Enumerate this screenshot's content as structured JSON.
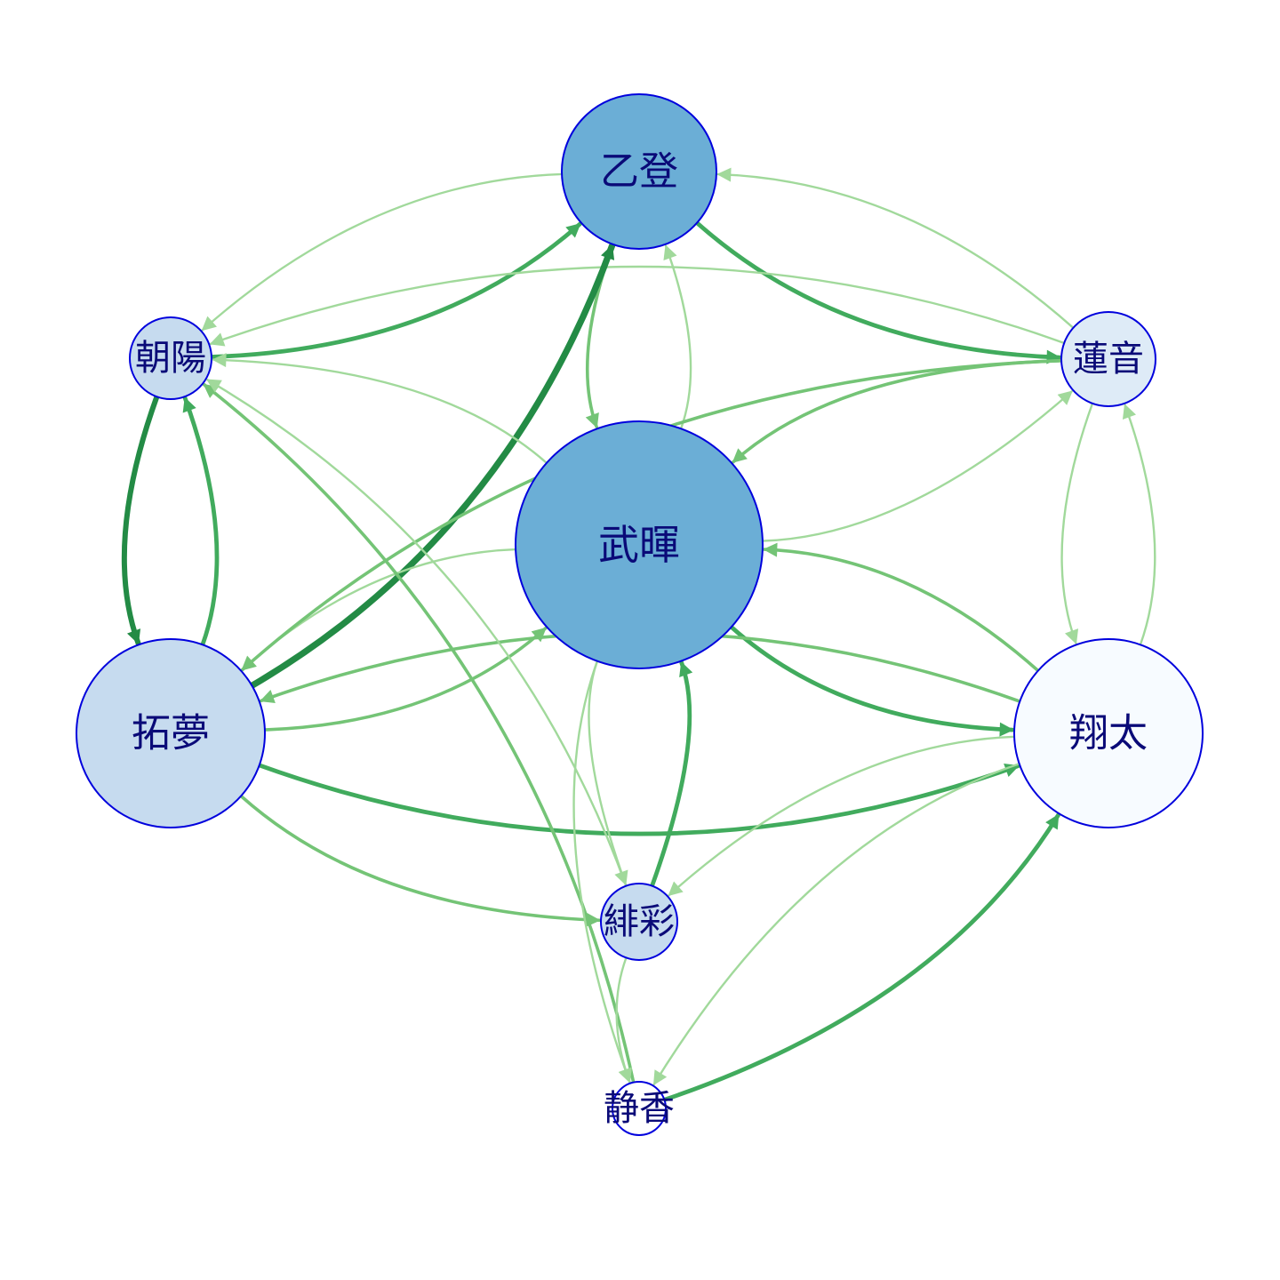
{
  "graph": {
    "nodes": [
      {
        "id": "n1",
        "label": "乙登",
        "fill": "#6baed6"
      },
      {
        "id": "n2",
        "label": "朝陽",
        "fill": "#c6dbef"
      },
      {
        "id": "n3",
        "label": "蓮音",
        "fill": "#deebf7"
      },
      {
        "id": "n4",
        "label": "武暉",
        "fill": "#6baed6"
      },
      {
        "id": "n5",
        "label": "拓夢",
        "fill": "#c6dbef"
      },
      {
        "id": "n6",
        "label": "翔太",
        "fill": "#f7fbff"
      },
      {
        "id": "n7",
        "label": "緋彩",
        "fill": "#c6dbef"
      },
      {
        "id": "n8",
        "label": "静香",
        "fill": "#ffffff"
      }
    ],
    "edges": [
      {
        "from": "n2",
        "to": "n1",
        "weight": 3,
        "color": "#41ab5d"
      },
      {
        "from": "n1",
        "to": "n2",
        "weight": 1,
        "color": "#a1d99b"
      },
      {
        "from": "n1",
        "to": "n3",
        "weight": 3,
        "color": "#41ab5d"
      },
      {
        "from": "n3",
        "to": "n1",
        "weight": 1,
        "color": "#a1d99b"
      },
      {
        "from": "n3",
        "to": "n2",
        "weight": 1,
        "color": "#a1d99b"
      },
      {
        "from": "n1",
        "to": "n4",
        "weight": 2,
        "color": "#74c476"
      },
      {
        "from": "n4",
        "to": "n1",
        "weight": 1,
        "color": "#a1d99b"
      },
      {
        "from": "n5",
        "to": "n1",
        "weight": 5,
        "color": "#238b45"
      },
      {
        "from": "n5",
        "to": "n2",
        "weight": 3,
        "color": "#41ab5d"
      },
      {
        "from": "n2",
        "to": "n5",
        "weight": 4,
        "color": "#238b45"
      },
      {
        "from": "n4",
        "to": "n2",
        "weight": 1,
        "color": "#a1d99b"
      },
      {
        "from": "n3",
        "to": "n4",
        "weight": 2,
        "color": "#74c476"
      },
      {
        "from": "n4",
        "to": "n3",
        "weight": 1,
        "color": "#a1d99b"
      },
      {
        "from": "n3",
        "to": "n6",
        "weight": 1,
        "color": "#a1d99b"
      },
      {
        "from": "n6",
        "to": "n3",
        "weight": 1,
        "color": "#a1d99b"
      },
      {
        "from": "n5",
        "to": "n4",
        "weight": 2,
        "color": "#74c476"
      },
      {
        "from": "n4",
        "to": "n5",
        "weight": 1,
        "color": "#a1d99b"
      },
      {
        "from": "n4",
        "to": "n6",
        "weight": 3,
        "color": "#41ab5d"
      },
      {
        "from": "n6",
        "to": "n4",
        "weight": 2,
        "color": "#74c476"
      },
      {
        "from": "n3",
        "to": "n5",
        "weight": 2,
        "color": "#74c476"
      },
      {
        "from": "n5",
        "to": "n6",
        "weight": 3,
        "color": "#41ab5d"
      },
      {
        "from": "n6",
        "to": "n5",
        "weight": 2,
        "color": "#74c476"
      },
      {
        "from": "n5",
        "to": "n7",
        "weight": 2,
        "color": "#74c476"
      },
      {
        "from": "n7",
        "to": "n4",
        "weight": 3,
        "color": "#41ab5d"
      },
      {
        "from": "n4",
        "to": "n7",
        "weight": 1,
        "color": "#a1d99b"
      },
      {
        "from": "n6",
        "to": "n7",
        "weight": 1,
        "color": "#a1d99b"
      },
      {
        "from": "n8",
        "to": "n6",
        "weight": 3,
        "color": "#41ab5d"
      },
      {
        "from": "n6",
        "to": "n8",
        "weight": 1,
        "color": "#a1d99b"
      },
      {
        "from": "n8",
        "to": "n2",
        "weight": 2,
        "color": "#74c476"
      },
      {
        "from": "n7",
        "to": "n2",
        "weight": 1,
        "color": "#a1d99b"
      },
      {
        "from": "n4",
        "to": "n8",
        "weight": 1,
        "color": "#a1d99b"
      },
      {
        "from": "n7",
        "to": "n8",
        "weight": 1,
        "color": "#a1d99b"
      }
    ]
  }
}
